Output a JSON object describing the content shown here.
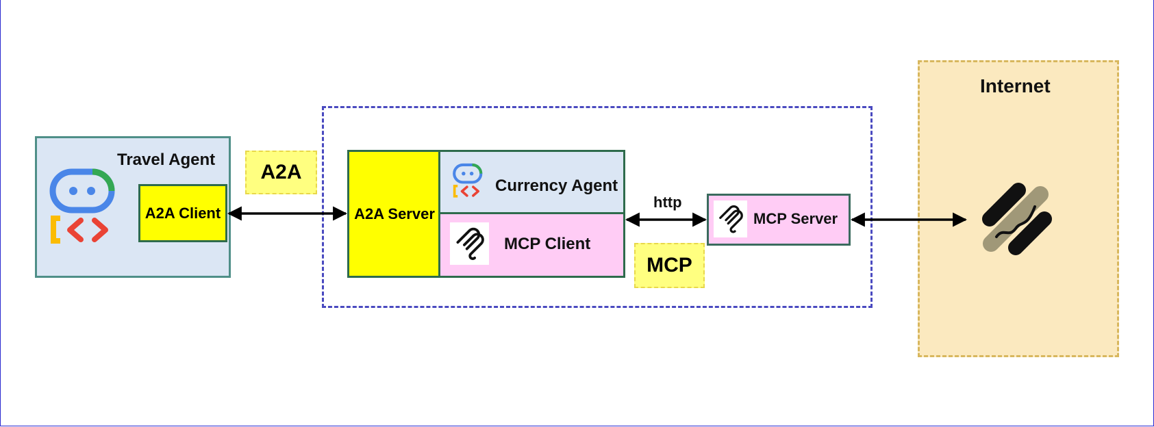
{
  "travel_agent": {
    "title": "Travel Agent",
    "client": "A2A Client"
  },
  "protocols": {
    "a2a": "A2A",
    "mcp": "MCP",
    "http": "http"
  },
  "server": {
    "a2a_server": "A2A Server",
    "currency_agent": "Currency Agent",
    "mcp_client": "MCP Client"
  },
  "mcp_server": {
    "label": "MCP Server"
  },
  "internet": {
    "label": "Internet"
  },
  "colors": {
    "agent_bg": "#dbe6f4",
    "highlight_yellow": "#ffff00",
    "mcp_pink": "#ffccf5",
    "internet_bg": "#fbe9bf",
    "container_dash": "#4a4ac0",
    "box_border": "#2e6b4c"
  },
  "icons": [
    "agent-robot-icon",
    "mcp-logo-icon",
    "internet-logo-icon",
    "double-arrow-icon"
  ]
}
